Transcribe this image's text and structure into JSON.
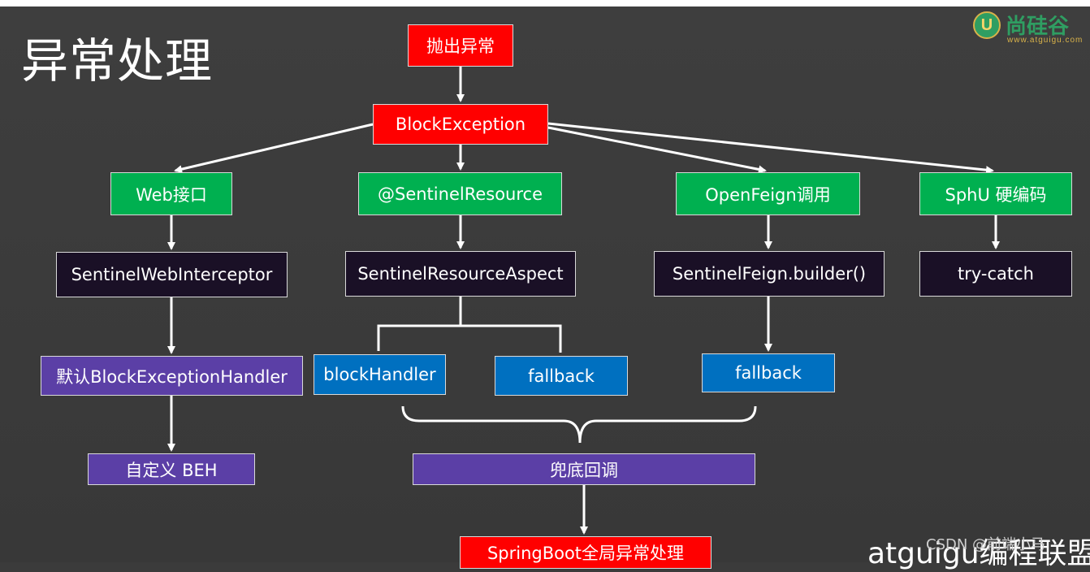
{
  "title": "异常处理",
  "logo": {
    "mark": "U",
    "text": "尚硅谷",
    "url": "www.atguigu.com"
  },
  "nodes": {
    "throw": "抛出异常",
    "block_exception": "BlockException",
    "web": "Web接口",
    "sentinel_resource": "@SentinelResource",
    "openfeign": "OpenFeign调用",
    "sphu": "SphU 硬编码",
    "web_interceptor": "SentinelWebInterceptor",
    "resource_aspect": "SentinelResourceAspect",
    "feign_builder": "SentinelFeign.builder()",
    "try_catch": "try-catch",
    "default_handler": "默认BlockExceptionHandler",
    "block_handler": "blockHandler",
    "fallback_1": "fallback",
    "fallback_2": "fallback",
    "custom_beh": "自定义 BEH",
    "fallback_bottom": "兜底回调",
    "springboot": "SpringBoot全局异常处理"
  },
  "colors": {
    "red": "#ff0000",
    "green": "#00b050",
    "dark": "#1a1026",
    "purple": "#5b3fa6",
    "blue": "#0070c0",
    "background": "#3b3b3b"
  },
  "watermark": {
    "text": "atguigu编程联盟",
    "csdn": "CSDN @前端小马"
  }
}
